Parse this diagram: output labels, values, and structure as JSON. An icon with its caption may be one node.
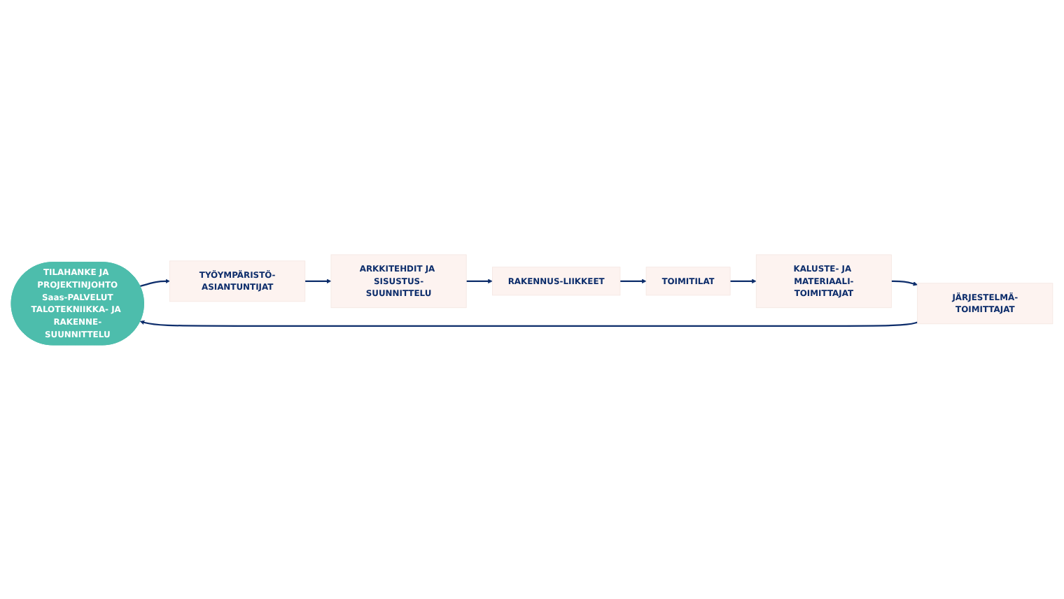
{
  "diagram": {
    "nodes": [
      {
        "text": [
          "TILAHANKE JA PROJEKTINJOHTO",
          "Saas-PALVELUT",
          "TALOTEKNIIKKA- JA RAKENNE-SUUNNITTELU"
        ]
      },
      {
        "text": [
          "TYÖYMPÄRISTÖ-ASIANTUNTIJAT"
        ]
      },
      {
        "text": [
          "ARKKITEHDIT JA SISUSTUS-SUUNNITTELU"
        ]
      },
      {
        "text": [
          "RAKENNUS-LIIKKEET"
        ]
      },
      {
        "text": [
          "TOIMITILAT"
        ]
      },
      {
        "text": [
          "KALUSTE- JA MATERIAALI-TOIMITTAJAT"
        ]
      },
      {
        "text": [
          "JÄRJESTELMÄ-TOIMITTAJAT"
        ]
      }
    ],
    "edges": [
      {
        "from": 0,
        "to": 1,
        "arrow": "to"
      },
      {
        "from": 1,
        "to": 2,
        "arrow": "to"
      },
      {
        "from": 2,
        "to": 3,
        "arrow": "to"
      },
      {
        "from": 3,
        "to": 4,
        "arrow": "to"
      },
      {
        "from": 4,
        "to": 5,
        "arrow": "to"
      },
      {
        "from": 5,
        "to": 6,
        "arrow": "to"
      },
      {
        "from": 6,
        "to": 0,
        "arrow": "to"
      }
    ]
  }
}
